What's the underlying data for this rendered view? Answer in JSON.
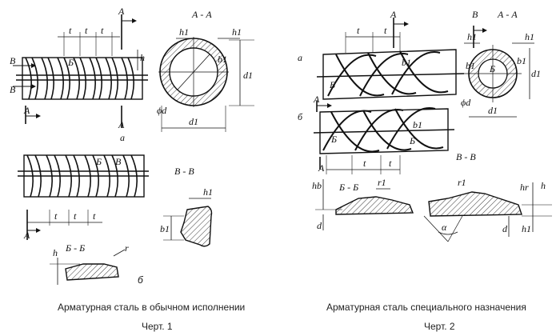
{
  "figure1": {
    "caption": "Арматурная сталь в обычном исполнении",
    "number": "Черт. 1",
    "labels": {
      "section_aa": "А - А",
      "section_vv": "В - В",
      "section_bb": "Б - Б",
      "marker_a": "А",
      "marker_v": "В",
      "marker_b": "Б",
      "sub_a": "а",
      "sub_b": "б",
      "t": "t",
      "h": "h",
      "h1": "h1",
      "b1": "b1",
      "d1": "d1",
      "phi_d": "ϕd",
      "r": "r"
    }
  },
  "figure2": {
    "caption": "Арматурная сталь специального назначения",
    "number": "Черт. 2",
    "labels": {
      "section_aa": "А - А",
      "section_vv": "В - В",
      "section_bb": "Б - Б",
      "marker_a": "А",
      "marker_v": "В",
      "marker_b": "Б",
      "sub_a": "а",
      "sub_b": "б",
      "t": "t",
      "h": "h",
      "h1": "h1",
      "hb": "hb",
      "hr": "hr",
      "b1": "b1",
      "d": "d",
      "d1": "d1",
      "phi_d": "ϕd",
      "r1": "r1",
      "alpha": "α"
    }
  }
}
